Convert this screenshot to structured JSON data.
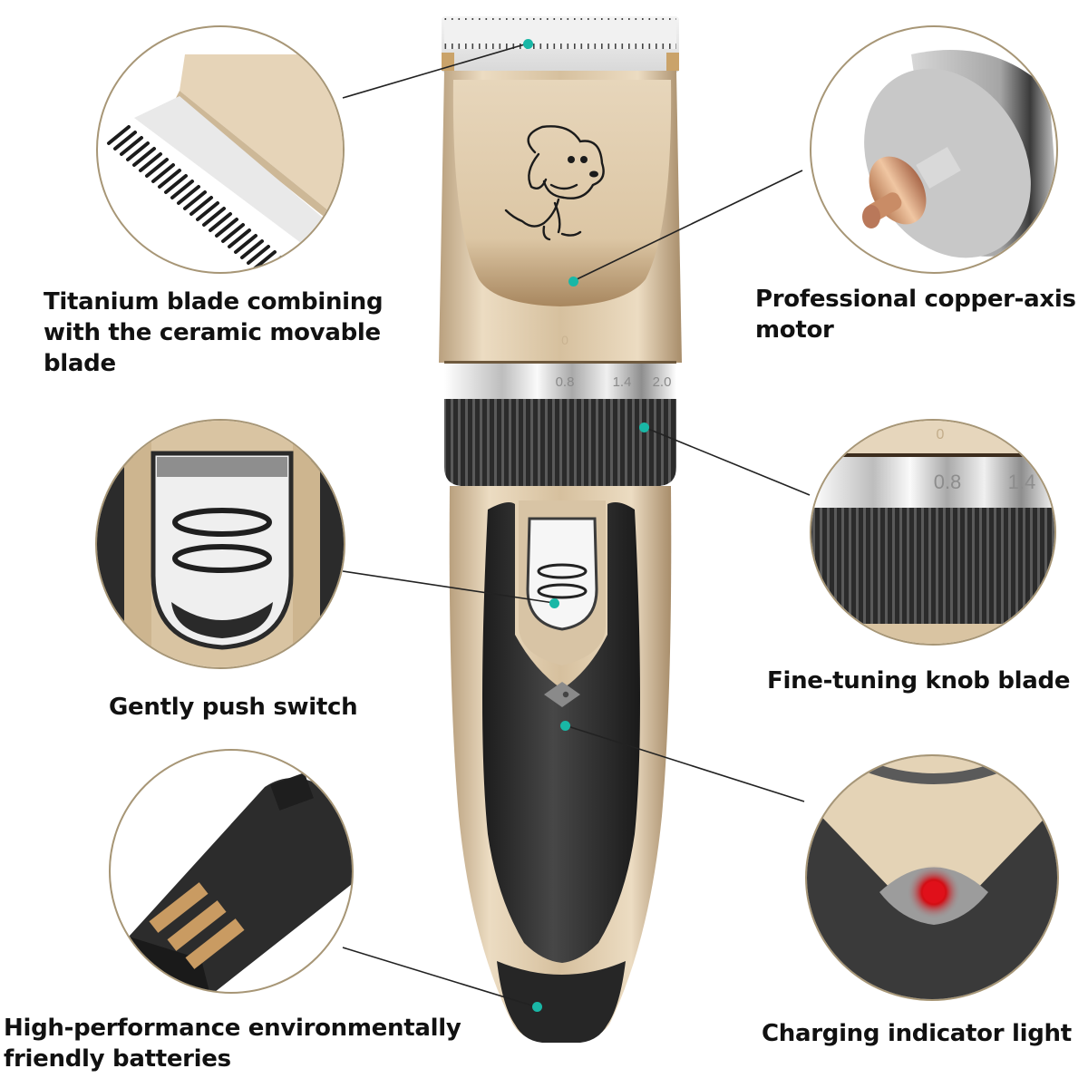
{
  "colors": {
    "background": "#ffffff",
    "text": "#111111",
    "inset_border": "#a79676",
    "marker_dot": "#19b7a6",
    "callout_line": "#222222",
    "gold_body": "#d9c3a2",
    "black_grip": "#2e2e2e",
    "indicator_red": "#e0101a"
  },
  "callouts": [
    {
      "id": "blade",
      "label": "Titanium blade combining\nwith the ceramic movable\nblade",
      "inset_icon": "blade-teeth-icon"
    },
    {
      "id": "motor",
      "label": "Professional copper-axis\nmotor",
      "inset_icon": "motor-icon"
    },
    {
      "id": "switch",
      "label": "Gently push switch",
      "inset_icon": "push-switch-icon"
    },
    {
      "id": "knob",
      "label": "Fine-tuning knob blade",
      "inset_icon": "adjustment-knob-icon"
    },
    {
      "id": "battery",
      "label": "High-performance environmentally\nfriendly batteries",
      "inset_icon": "battery-icon"
    },
    {
      "id": "indicator",
      "label": "Charging indicator light",
      "inset_icon": "charging-light-icon"
    }
  ],
  "knob_scale": {
    "top_mark": "0",
    "main_ring": [
      "0.8",
      "1.4",
      "2.0"
    ],
    "inset_ring": [
      "0.8",
      "1.4"
    ]
  }
}
